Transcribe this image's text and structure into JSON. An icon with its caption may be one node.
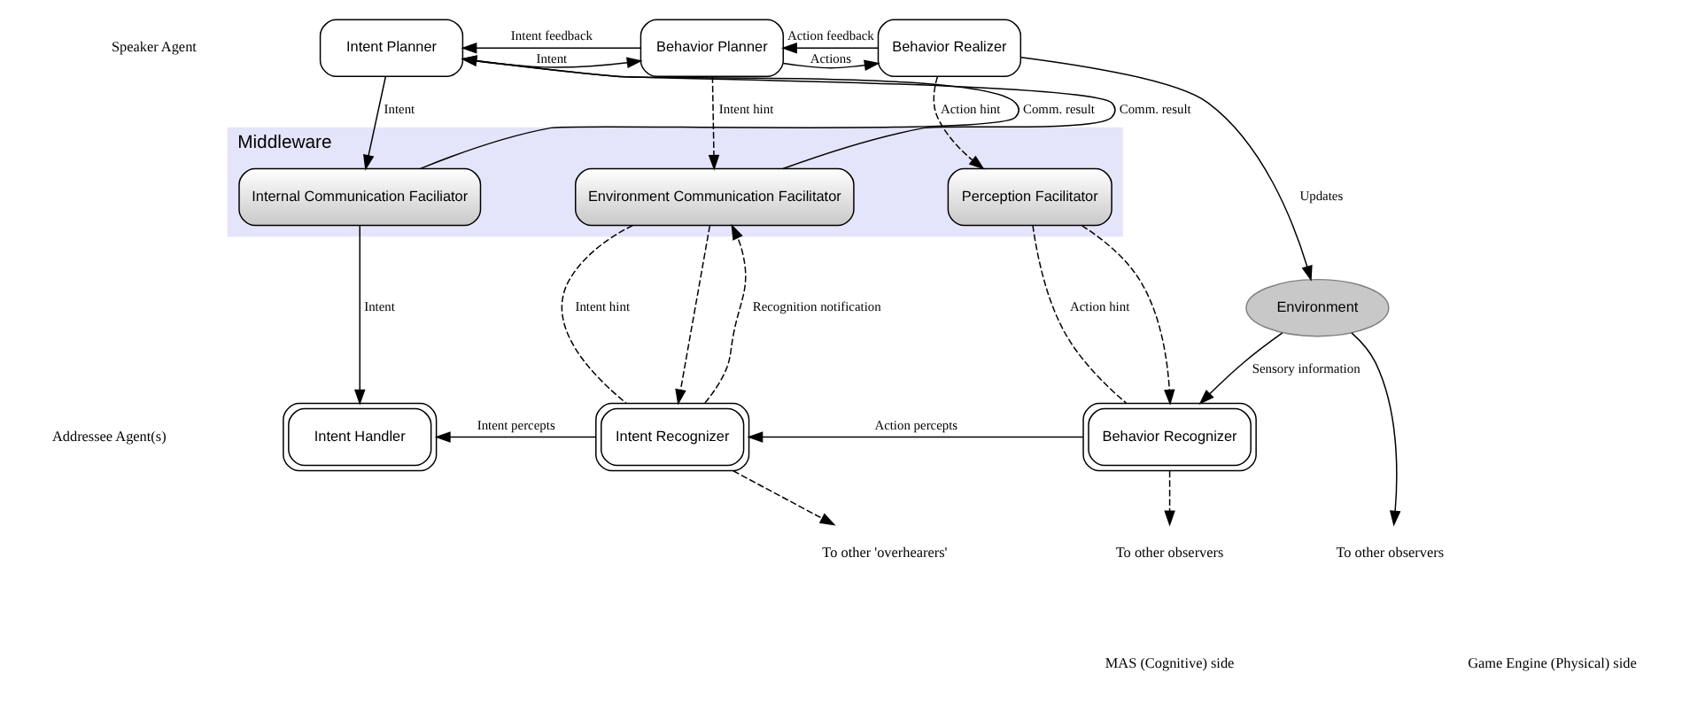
{
  "diagram": {
    "nodes": [
      {
        "text": [
          "Intent Planner"
        ]
      },
      {
        "text": [
          "Behavior Planner"
        ]
      },
      {
        "text": [
          "Behavior Realizer"
        ]
      },
      {
        "text": [
          "Middleware"
        ]
      },
      {
        "text": [
          "Internal Communication Faciliator"
        ],
        "in": 3
      },
      {
        "text": [
          "Environment Communication Facilitator"
        ],
        "in": 3
      },
      {
        "text": [
          "Perception Facilitator"
        ],
        "in": 3
      },
      {
        "text": [
          "Environment"
        ]
      },
      {
        "text": [
          "Intent Handler"
        ]
      },
      {
        "text": [
          "Intent Recognizer"
        ]
      },
      {
        "text": [
          "Behavior Recognizer"
        ]
      },
      {
        "text": [
          "To other 'overhearers'"
        ]
      },
      {
        "text": [
          "To other observers"
        ]
      },
      {
        "text": [
          "To other observers"
        ]
      }
    ],
    "edges": [
      {
        "from": 0,
        "to": 1,
        "arrow": "to",
        "label": "Intent"
      },
      {
        "from": 1,
        "to": 0,
        "arrow": "to",
        "label": "Intent feedback"
      },
      {
        "from": 1,
        "to": 2,
        "arrow": "to",
        "label": "Actions"
      },
      {
        "from": 2,
        "to": 1,
        "arrow": "to",
        "label": "Action feedback"
      },
      {
        "from": 2,
        "to": 7,
        "arrow": "to",
        "label": "Updates"
      },
      {
        "from": 0,
        "to": 4,
        "arrow": "to",
        "label": "Intent"
      },
      {
        "from": 4,
        "to": 0,
        "arrow": "to",
        "label": "Comm. result"
      },
      {
        "from": 5,
        "to": 0,
        "arrow": "to",
        "label": "Comm. result"
      },
      {
        "from": 1,
        "to": 5,
        "arrow": "to",
        "label": "Intent hint",
        "style": "dashed"
      },
      {
        "from": 2,
        "to": 6,
        "arrow": "to",
        "label": "Action hint",
        "style": "dashed"
      },
      {
        "from": 4,
        "to": 8,
        "arrow": "to",
        "label": "Intent"
      },
      {
        "from": 5,
        "to": 9,
        "arrow": "none",
        "label": "Intent hint",
        "style": "dashed"
      },
      {
        "from": 5,
        "to": 9,
        "arrow": "to",
        "style": "dashed"
      },
      {
        "from": 9,
        "to": 5,
        "arrow": "to",
        "label": "Recognition notification",
        "style": "dashed"
      },
      {
        "from": 6,
        "to": 10,
        "arrow": "none",
        "label": "Action hint",
        "style": "dashed"
      },
      {
        "from": 6,
        "to": 10,
        "arrow": "to",
        "style": "dashed"
      },
      {
        "from": 9,
        "to": 8,
        "arrow": "to",
        "label": "Intent percepts"
      },
      {
        "from": 10,
        "to": 9,
        "arrow": "to",
        "label": "Action percepts"
      },
      {
        "from": 7,
        "to": 10,
        "arrow": "to",
        "label": "Sensory information"
      },
      {
        "from": 7,
        "to": 13,
        "arrow": "to"
      },
      {
        "from": 9,
        "to": 11,
        "arrow": "to",
        "style": "dashed"
      },
      {
        "from": 10,
        "to": 12,
        "arrow": "to",
        "style": "dashed"
      }
    ],
    "labels": [
      "Speaker Agent",
      "Addressee Agent(s)",
      "MAS (Cognitive) side",
      "Game Engine (Physical) side"
    ]
  }
}
